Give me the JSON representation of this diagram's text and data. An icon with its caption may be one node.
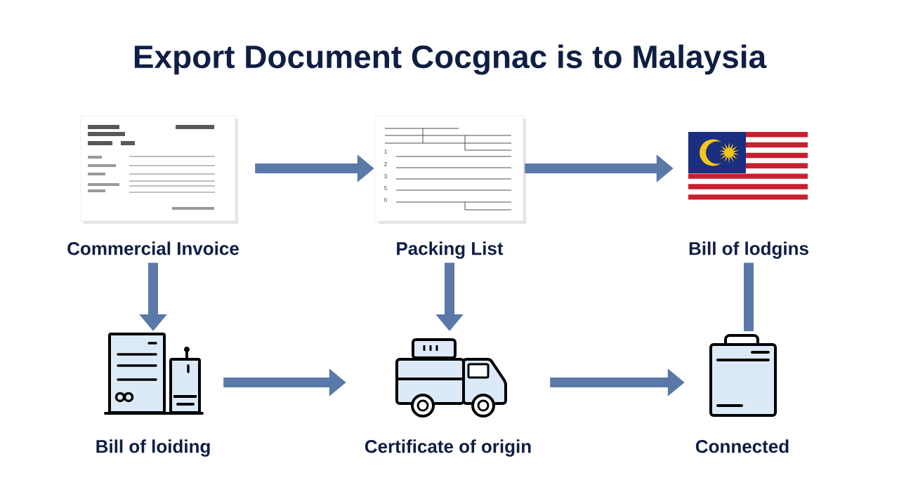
{
  "diagram": {
    "title": "Export Document Cocgnac is to Malaysia",
    "nodes": [
      {
        "text": [
          "Commercial Invoice"
        ]
      },
      {
        "text": [
          "Packing List"
        ]
      },
      {
        "text": [
          "Bill of lodgins"
        ]
      },
      {
        "text": [
          "Bill of loiding"
        ]
      },
      {
        "text": [
          "Certificate of origin"
        ]
      },
      {
        "text": [
          "Connected"
        ]
      }
    ],
    "edges": [
      {
        "from": 0,
        "to": 1,
        "arrow": "to"
      },
      {
        "from": 1,
        "to": 2,
        "arrow": "to"
      },
      {
        "from": 0,
        "to": 3,
        "arrow": "to"
      },
      {
        "from": 1,
        "to": 4,
        "arrow": "to"
      },
      {
        "from": 2,
        "to": 5,
        "arrow": "none"
      },
      {
        "from": 3,
        "to": 4,
        "arrow": "to"
      },
      {
        "from": 4,
        "to": 5,
        "arrow": "to"
      }
    ],
    "labels": [
      "1",
      "2",
      "3",
      "5",
      "0"
    ]
  }
}
